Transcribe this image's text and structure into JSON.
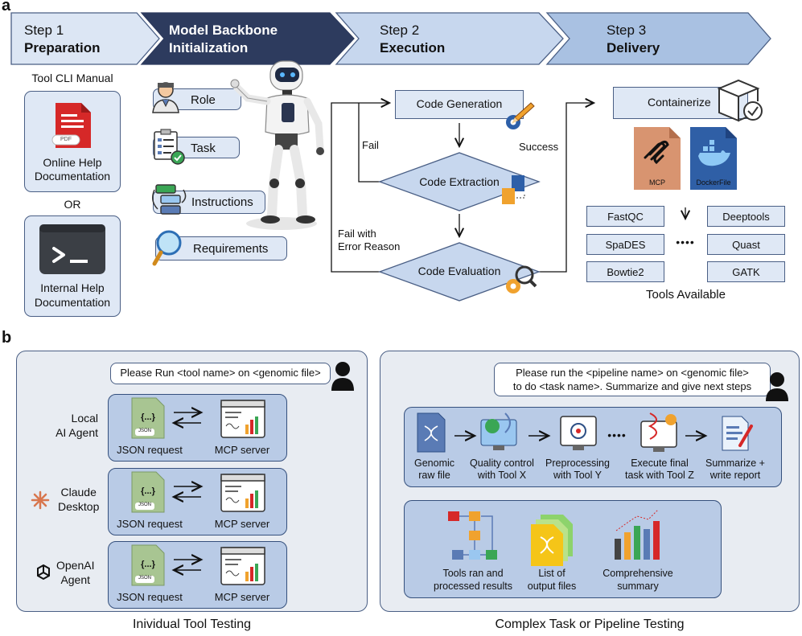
{
  "panel_a": {
    "label": "a",
    "steps": [
      {
        "line1": "Step 1",
        "line2": "Preparation"
      },
      {
        "line1": "Model Backbone",
        "line2": "Initialization"
      },
      {
        "line1": "Step 2",
        "line2": "Execution"
      },
      {
        "line1": "Step 3",
        "line2": "Delivery"
      }
    ],
    "prep": {
      "title": "Tool CLI Manual",
      "online": "Online Help\nDocumentation",
      "or": "OR",
      "internal": "Internal Help\nDocumentation",
      "pdf_label": "PDF"
    },
    "backbone": {
      "items": [
        "Role",
        "Task",
        "Instructions",
        "Requirements"
      ]
    },
    "execution": {
      "gen": "Code Generation",
      "extract": "Code Extraction",
      "eval": "Code Evaluation",
      "fail": "Fail",
      "fail_reason": "Fail with\nError Reason",
      "success": "Success"
    },
    "delivery": {
      "containerize": "Containerize",
      "mcp_label": "MCP",
      "docker_label": "DockerFile",
      "tools": [
        "FastQC",
        "Deeptools",
        "SpaDES",
        "Quast",
        "Bowtie2",
        "GATK"
      ],
      "dots": "••••",
      "tools_available": "Tools Available"
    }
  },
  "panel_b": {
    "label": "b",
    "left": {
      "prompt": "Please Run <tool name> on <genomic file>",
      "agents": [
        "Local\nAI Agent",
        "Claude\nDesktop",
        "OpenAI\nAgent"
      ],
      "json_icon": "{...}",
      "json_tag": "JSON",
      "json_request": "JSON request",
      "mcp_server": "MCP server",
      "caption": "Inividual Tool Testing"
    },
    "right": {
      "prompt": "Please run the <pipeline name> on <genomic file>\nto do <task name>. Summarize and give next steps",
      "steps": [
        "Genomic\nraw file",
        "Quality control\nwith Tool X",
        "Preprocessing\nwith Tool Y",
        "Execute final\ntask with Tool Z",
        "Summarize +\nwrite report"
      ],
      "dots": "••••",
      "outputs": [
        "Tools ran and\nprocessed results",
        "List of\noutput files",
        "Comprehensive\nsummary"
      ],
      "caption": "Complex Task or Pipeline Testing"
    }
  },
  "colors": {
    "chevron_light": "#dce6f4",
    "chevron_dark": "#2d3b5e",
    "chevron_mid": "#a9c1e2",
    "box_fill": "#dfe8f5",
    "inner_fill": "#b9cbe6",
    "panel_fill": "#e8ecf2",
    "border": "#4a5f85"
  }
}
